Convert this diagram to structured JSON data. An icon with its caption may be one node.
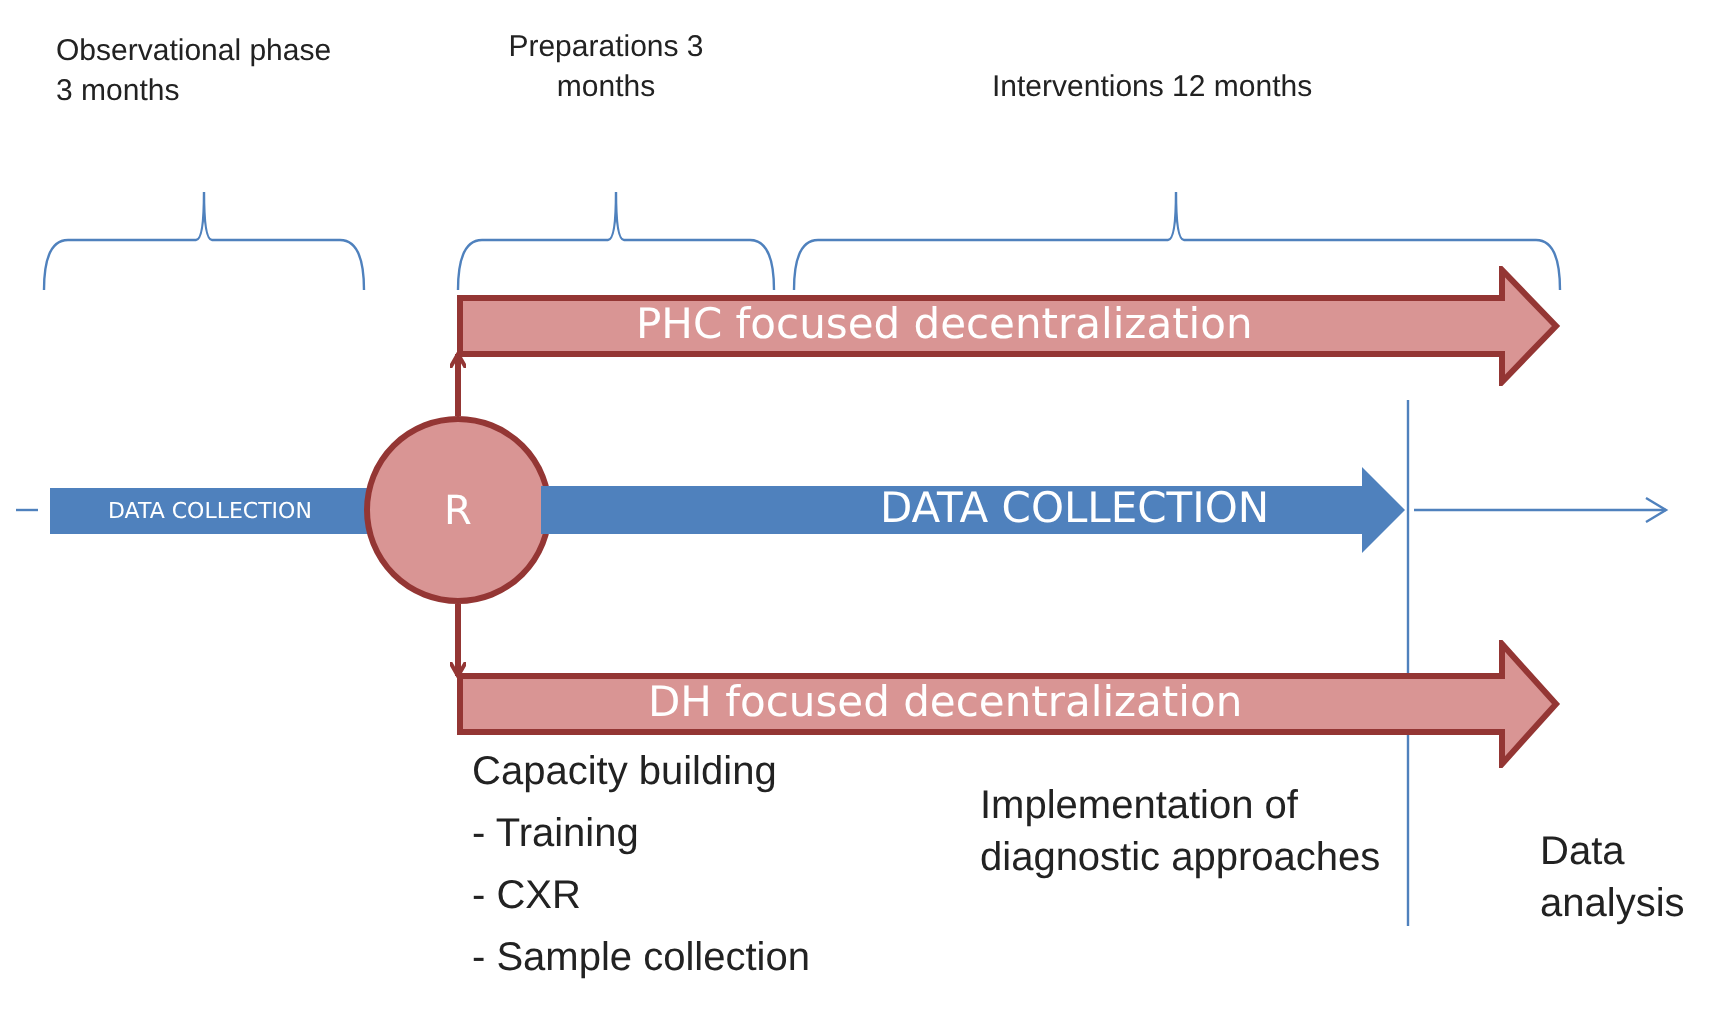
{
  "diagram": {
    "nodes": [
      {
        "text": [
          "DATA COLLECTION"
        ]
      },
      {
        "text": [
          "R"
        ]
      },
      {
        "text": [
          "PHC focused decentralization"
        ]
      },
      {
        "text": [
          "DATA COLLECTION"
        ]
      },
      {
        "text": [
          "DH focused decentralization"
        ]
      }
    ],
    "edges": [
      {
        "from": 1,
        "to": 2,
        "arrow": "to"
      },
      {
        "from": 1,
        "to": 4,
        "arrow": "to"
      }
    ],
    "labels": [
      "Observational phase 3 months",
      "Preparations 3 months",
      "Interventions 12 months",
      "Capacity building",
      "- Training",
      "- CXR",
      "- Sample collection",
      "Implementation of diagnostic approaches",
      "Data analysis"
    ]
  }
}
